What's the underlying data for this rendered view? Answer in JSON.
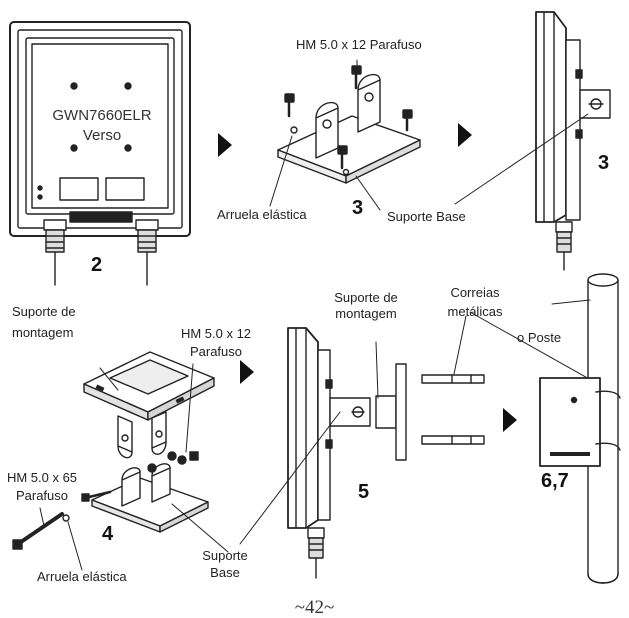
{
  "device": {
    "model": "GWN7660ELR",
    "side": "Verso"
  },
  "steps": {
    "s2": "2",
    "s3a": "3",
    "s3b": "3",
    "s4": "4",
    "s5": "5",
    "s67": "6,7"
  },
  "labels": {
    "screw_12_top": "HM 5.0 x 12 Parafuso",
    "washer_top": "Arruela elástica",
    "base_top": "Suporte Base",
    "mount_left_1": "Suporte de",
    "mount_left_2": "montagem",
    "screw_12_mid_1": "HM 5.0 x 12",
    "screw_12_mid_2": "Parafuso",
    "screw_65_1": "HM 5.0 x 65",
    "screw_65_2": "Parafuso",
    "washer_bottom": "Arruela elástica",
    "base_bottom_1": "Suporte",
    "base_bottom_2": "Base",
    "mount_mid_1": "Suporte de",
    "mount_mid_2": "montagem",
    "straps_1": "Correias",
    "straps_2": "metálicas",
    "pole": "o Poste"
  },
  "page_number": "~42~",
  "colors": {
    "line": "#222222",
    "fill": "#ffffff",
    "shade": "#e6e6e6"
  }
}
